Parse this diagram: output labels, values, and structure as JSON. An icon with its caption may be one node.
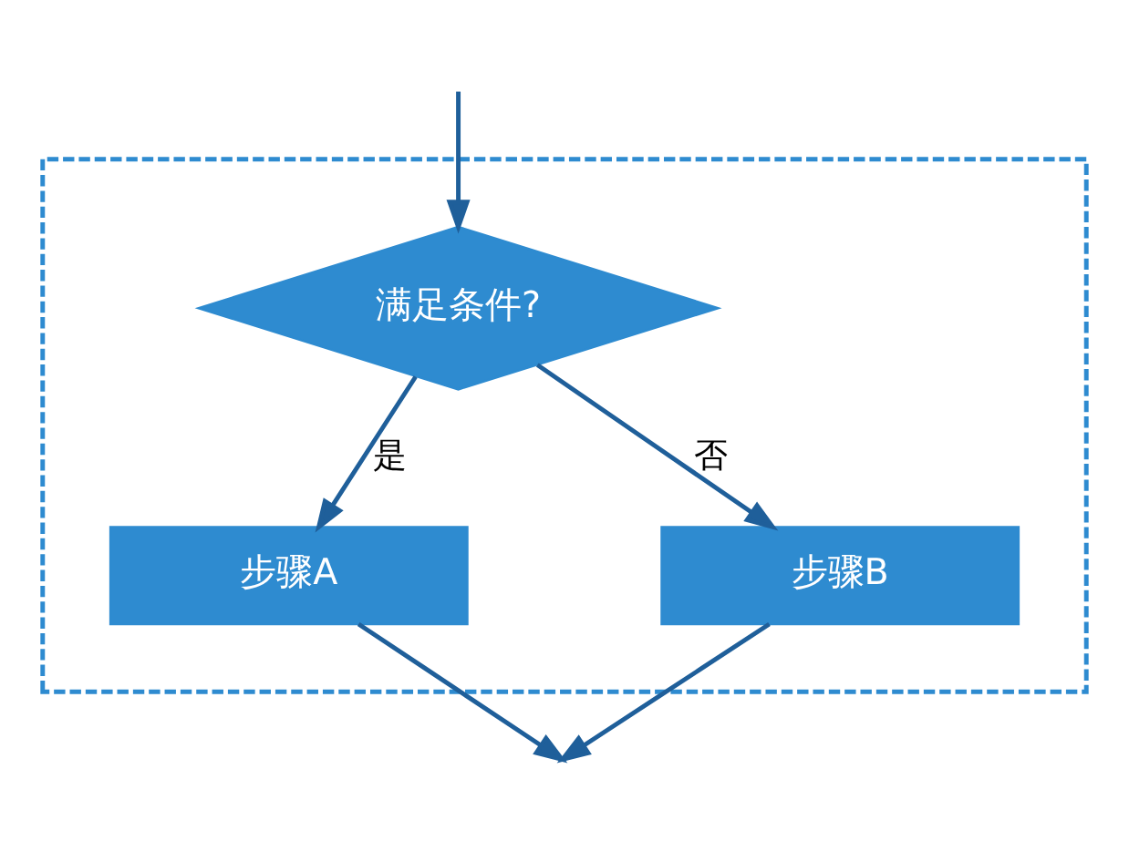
{
  "diagram": {
    "nodes": [
      {
        "text": [],
        "shape": "box"
      },
      {
        "text": [
          "满足条件?"
        ],
        "in": 0
      },
      {
        "text": [
          "步骤A"
        ],
        "in": 0
      },
      {
        "text": [
          "步骤B"
        ],
        "in": 0
      }
    ],
    "edges": [
      {
        "from": null,
        "to": 1,
        "arrow": "to"
      },
      {
        "from": 1,
        "to": 2,
        "arrow": "to",
        "label": "是"
      },
      {
        "from": 1,
        "to": 3,
        "arrow": "to",
        "label": "否"
      },
      {
        "from": 2,
        "to": null,
        "arrow": "to"
      },
      {
        "from": 3,
        "to": null,
        "arrow": "to"
      }
    ]
  }
}
